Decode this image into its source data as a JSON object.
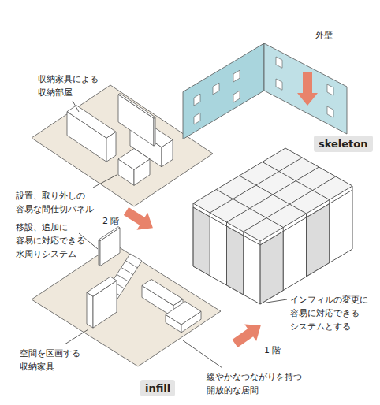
{
  "diagram": {
    "nodes": [
      {
        "text": [
          "skeleton"
        ]
      },
      {
        "text": [
          "infill"
        ]
      }
    ],
    "labels": [
      "外壁",
      "収納家具による 収納部屋",
      "設置、取り外しの 容易な間仕切パネル",
      "2 階",
      "移設、追加に 容易に対応できる 水周りシステム",
      "インフィルの変更に 容易に対応できる システムとする",
      "空間を区画する 収納家具",
      "1 階",
      "緩やかなつながりを持つ 開放的な居間"
    ]
  }
}
